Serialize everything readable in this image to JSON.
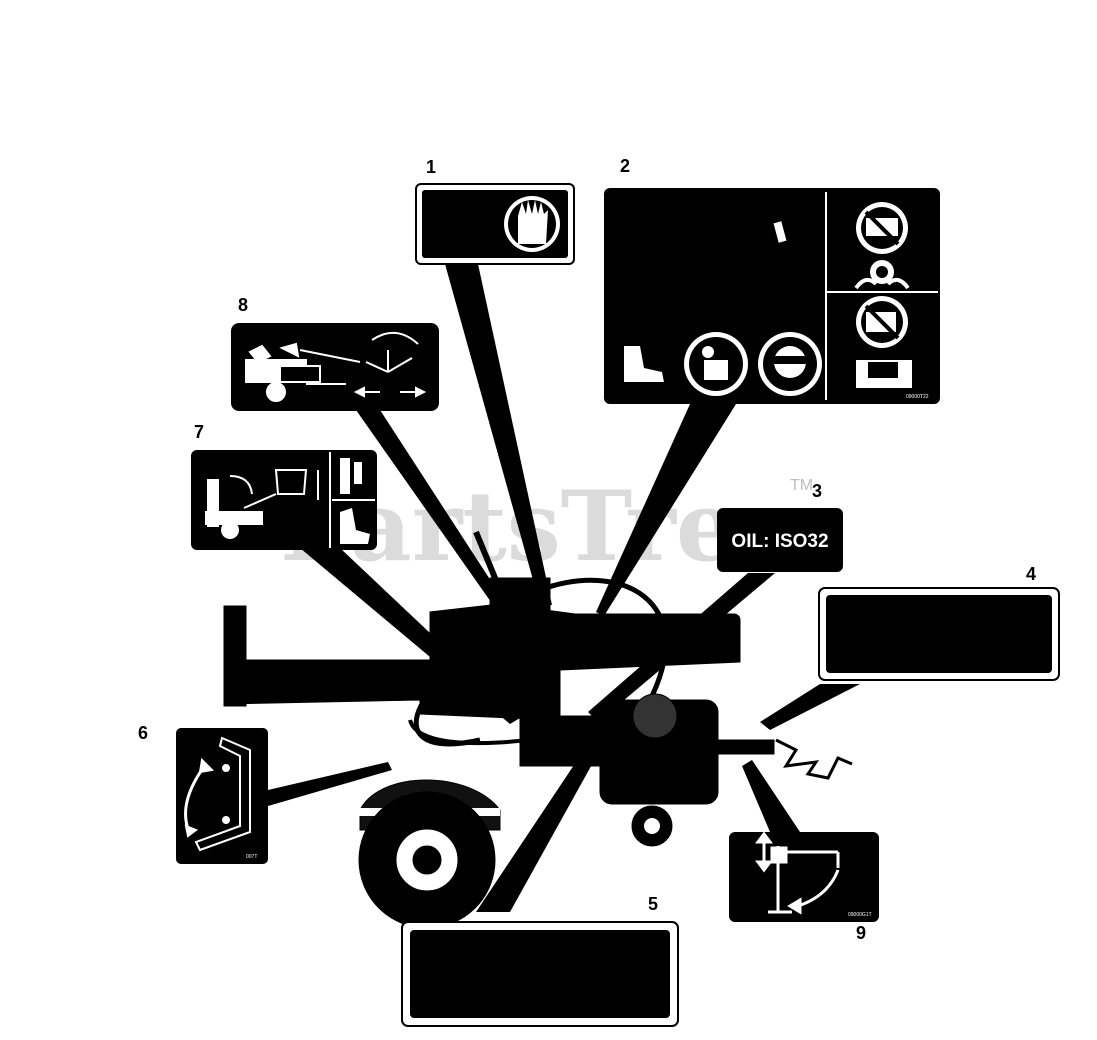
{
  "callouts": [
    "1",
    "2",
    "3",
    "4",
    "5",
    "6",
    "7",
    "8",
    "9"
  ],
  "decal3": {
    "text": "OIL: ISO32"
  },
  "decal2": {
    "code": "09000T22"
  },
  "decal6": {
    "code": "007T"
  },
  "decal9": {
    "code": "09000G1T"
  },
  "watermark": {
    "text": "PartsTree",
    "tm": "TM"
  },
  "icons": [
    "gloves-icon",
    "no-hands-icon",
    "wood-splitter-icon",
    "no-standing-icon",
    "boot-icon",
    "read-manual-icon",
    "safety-glasses-icon",
    "hydraulic-oil-icon",
    "beam-pivot-icon",
    "lift-icon",
    "hitch-jack-icon"
  ],
  "colors": {
    "decal": "#000000",
    "background": "#ffffff",
    "watermark": "#cfcfcf"
  }
}
